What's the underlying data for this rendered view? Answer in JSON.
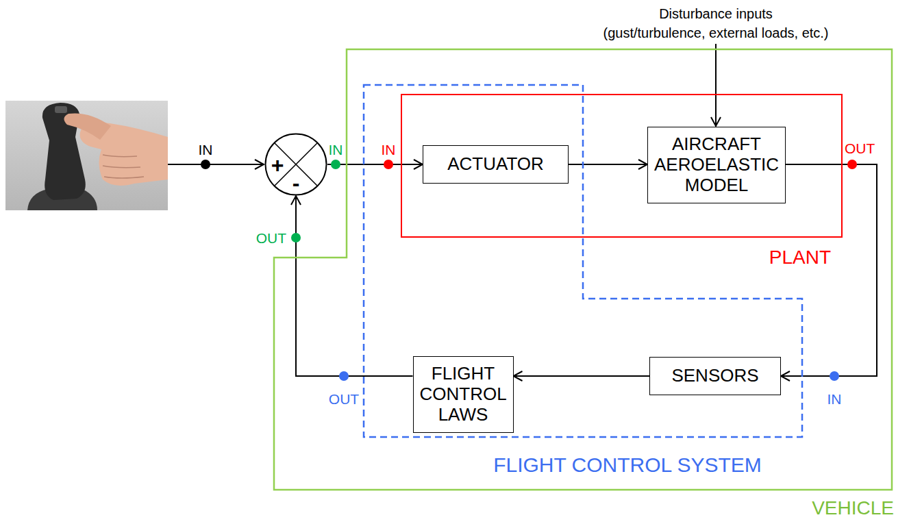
{
  "diagram": {
    "nodes": [
      {
        "text": [
          "+",
          "-"
        ]
      },
      {
        "text": [
          "VEHICLE"
        ]
      },
      {
        "text": [
          "FLIGHT CONTROL SYSTEM"
        ],
        "in": 1
      },
      {
        "text": [
          "PLANT"
        ],
        "in": 1
      },
      {
        "text": [
          "ACTUATOR"
        ],
        "in": 3
      },
      {
        "text": [
          "AIRCRAFT AEROELASTIC MODEL"
        ],
        "in": 3
      },
      {
        "text": [
          "SENSORS"
        ],
        "in": 2
      },
      {
        "text": [
          "FLIGHT CONTROL LAWS"
        ],
        "in": 2
      }
    ],
    "edges": [
      {
        "from": 0,
        "to": 4,
        "arrow": "to"
      },
      {
        "from": 4,
        "to": 5,
        "arrow": "to"
      },
      {
        "from": 5,
        "to": 6,
        "arrow": "to"
      },
      {
        "from": 6,
        "to": 7,
        "arrow": "to"
      },
      {
        "from": 7,
        "to": 0,
        "arrow": "to"
      }
    ],
    "labels": [
      "Disturbance inputs",
      "(gust/turbulence, external loads, etc.)",
      "IN",
      "IN",
      "IN",
      "OUT",
      "OUT",
      "OUT",
      "IN"
    ]
  }
}
